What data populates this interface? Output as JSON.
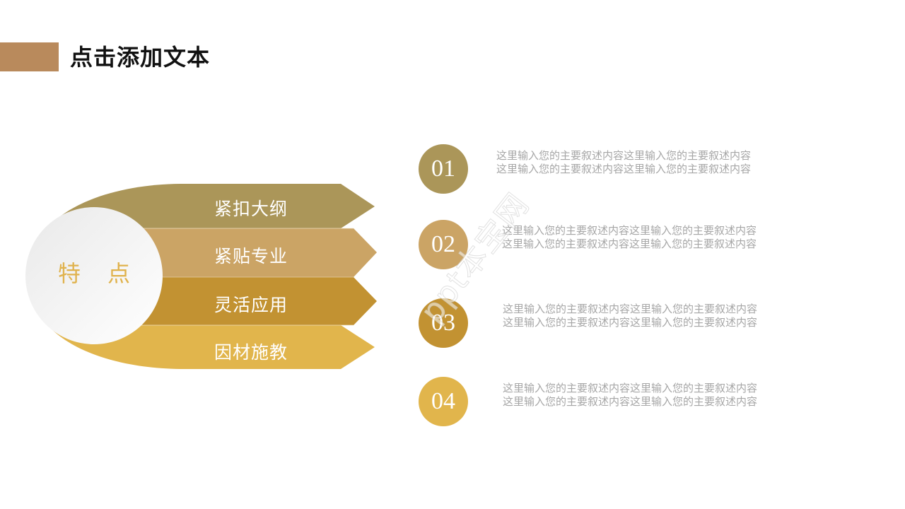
{
  "header": {
    "title": "点击添加文本",
    "bar_color": "#B98A5C"
  },
  "center": {
    "char1": "特",
    "char2": "点",
    "text_color": "#E0B24C"
  },
  "bands": [
    {
      "label": "紧扣大纲",
      "color": "#AB9659"
    },
    {
      "label": "紧贴专业",
      "color": "#CBA465"
    },
    {
      "label": "灵活应用",
      "color": "#C29232"
    },
    {
      "label": "因材施教",
      "color": "#E1B54C"
    }
  ],
  "items": [
    {
      "number": "01",
      "color": "#AB9659",
      "line1": "这里输入您的主要叙述内容这里输入您的主要叙述内容",
      "line2": "这里输入您的主要叙述内容这里输入您的主要叙述内容"
    },
    {
      "number": "02",
      "color": "#CBA465",
      "line1": "这里输入您的主要叙述内容这里输入您的主要叙述内容",
      "line2": "这里输入您的主要叙述内容这里输入您的主要叙述内容"
    },
    {
      "number": "03",
      "color": "#C29232",
      "line1": "这里输入您的主要叙述内容这里输入您的主要叙述内容",
      "line2": "这里输入您的主要叙述内容这里输入您的主要叙述内容"
    },
    {
      "number": "04",
      "color": "#E1B54C",
      "line1": "这里输入您的主要叙述内容这里输入您的主要叙述内容",
      "line2": "这里输入您的主要叙述内容这里输入您的主要叙述内容"
    }
  ],
  "watermark": "ppt本宝网"
}
